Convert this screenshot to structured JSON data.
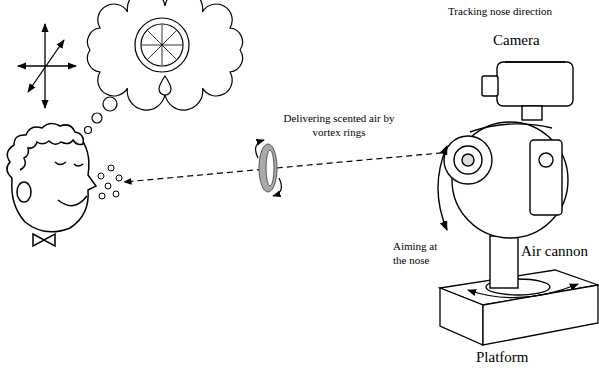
{
  "diagram": {
    "labels": [
      "Tracking nose direction",
      "Camera",
      "Delivering scented air by vortex rings",
      "Aiming at the nose",
      "Air cannon",
      "Platform"
    ]
  }
}
